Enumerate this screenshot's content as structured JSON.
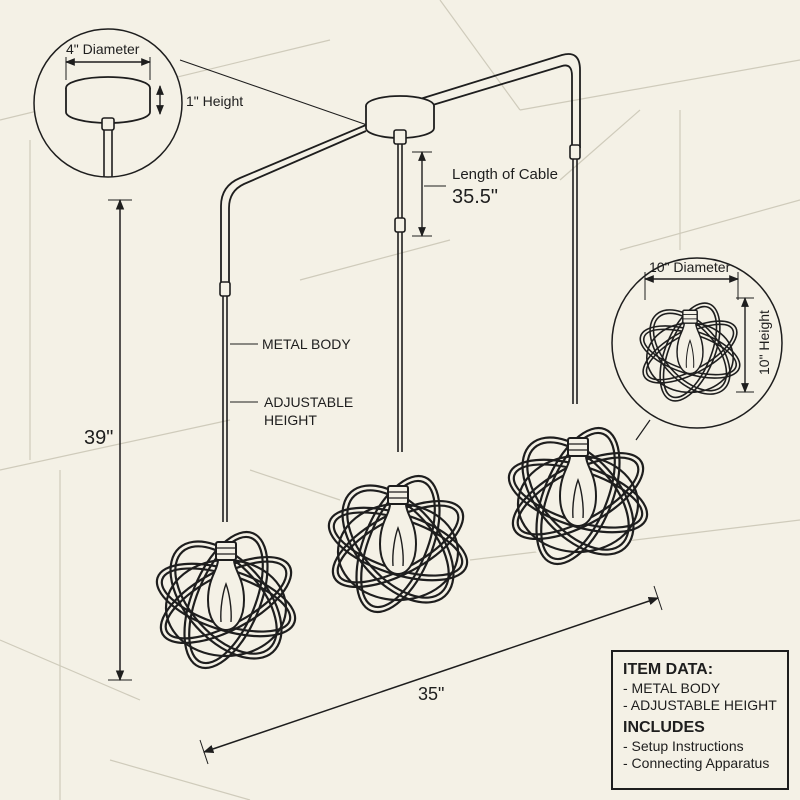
{
  "dimensions": {
    "canopy_diameter": "4\" Diameter",
    "canopy_height": "1\" Height",
    "cable_label": "Length of Cable",
    "cable_value": "35.5\"",
    "shade_diameter": "10\" Diameter",
    "shade_height": "10\" Height",
    "overall_height": "39\"",
    "overall_width": "35\""
  },
  "callouts": {
    "metal_body": "METAL BODY",
    "adjustable_line1": "ADJUSTABLE",
    "adjustable_line2": "HEIGHT"
  },
  "info_box": {
    "item_heading": "ITEM DATA:",
    "item_lines": [
      "- METAL BODY",
      "- ADJUSTABLE HEIGHT"
    ],
    "includes_heading": "INCLUDES",
    "includes_lines": [
      "- Setup Instructions",
      "- Connecting Apparatus"
    ]
  },
  "colors": {
    "background": "#f4f1e6",
    "ink": "#1e1e1e",
    "guide": "#cfcbbb"
  }
}
